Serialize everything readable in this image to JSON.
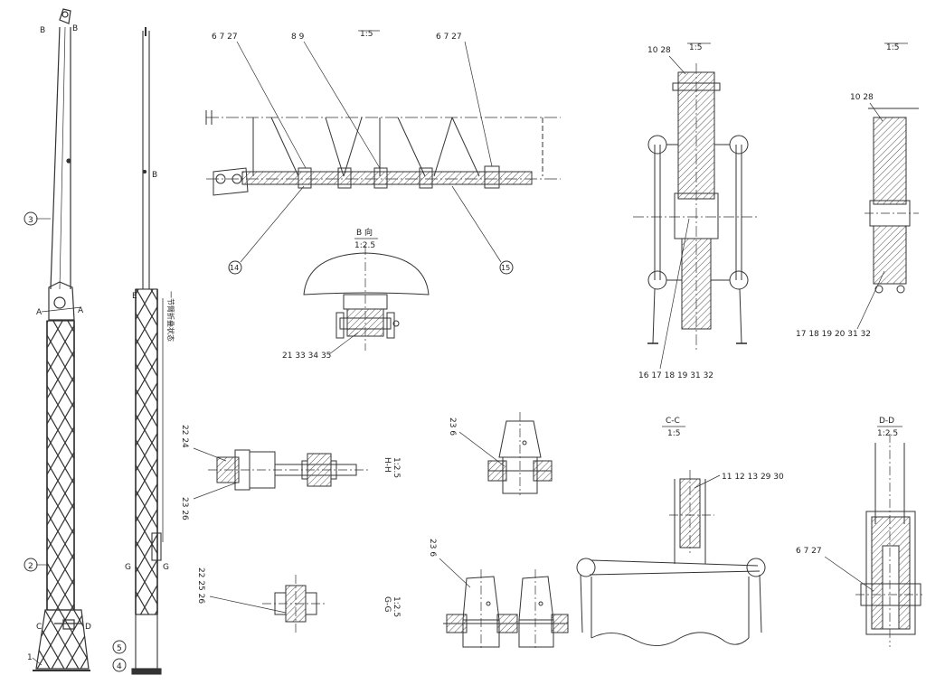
{
  "sheet": {
    "colors": {
      "line": "#333333",
      "light": "#8a8a8a",
      "hatch": "#555555",
      "paper": "#ffffff"
    }
  },
  "elevation": {
    "label_b": "B",
    "label_a": "A",
    "label_c": "C",
    "label_d": "D",
    "label_e": "E",
    "label_g": "G",
    "item_3": "3",
    "item_2": "2",
    "item_1": "1",
    "item_4": "4",
    "item_5": "5",
    "note": "一节臂折叠状态"
  },
  "boom_detail": {
    "scale": "1:5",
    "callout_left": "6 7 27",
    "callout_mid": "8 9",
    "callout_right": "6 7 27",
    "item_14": "14",
    "item_15": "15"
  },
  "b_view": {
    "title": "B 向",
    "scale": "1:2.5",
    "callout": "21 33 34 35"
  },
  "pulley_front": {
    "scale": "1:5",
    "callout_top": "10 28",
    "callout_bottom": "16 17 18 19 31 32"
  },
  "pulley_side": {
    "scale": "1:5",
    "callout_top": "10 28",
    "callout_bottom": "17 18 19 20 31 32"
  },
  "section_hh": {
    "title": "H-H",
    "scale": "1:2.5",
    "callout_top": "22 24",
    "callout_bottom": "23 26"
  },
  "section_gg": {
    "title": "G-G",
    "scale": "1:2.5",
    "callout": "22 25 26"
  },
  "detail_pin_top": {
    "callout": "23 6"
  },
  "detail_pin_bottom": {
    "callout": "23 6"
  },
  "section_cc": {
    "title": "C-C",
    "scale": "1:5",
    "callout": "11 12 13 29 30"
  },
  "section_dd": {
    "title": "D-D",
    "scale": "1:2.5",
    "callout": "6 7 27"
  }
}
